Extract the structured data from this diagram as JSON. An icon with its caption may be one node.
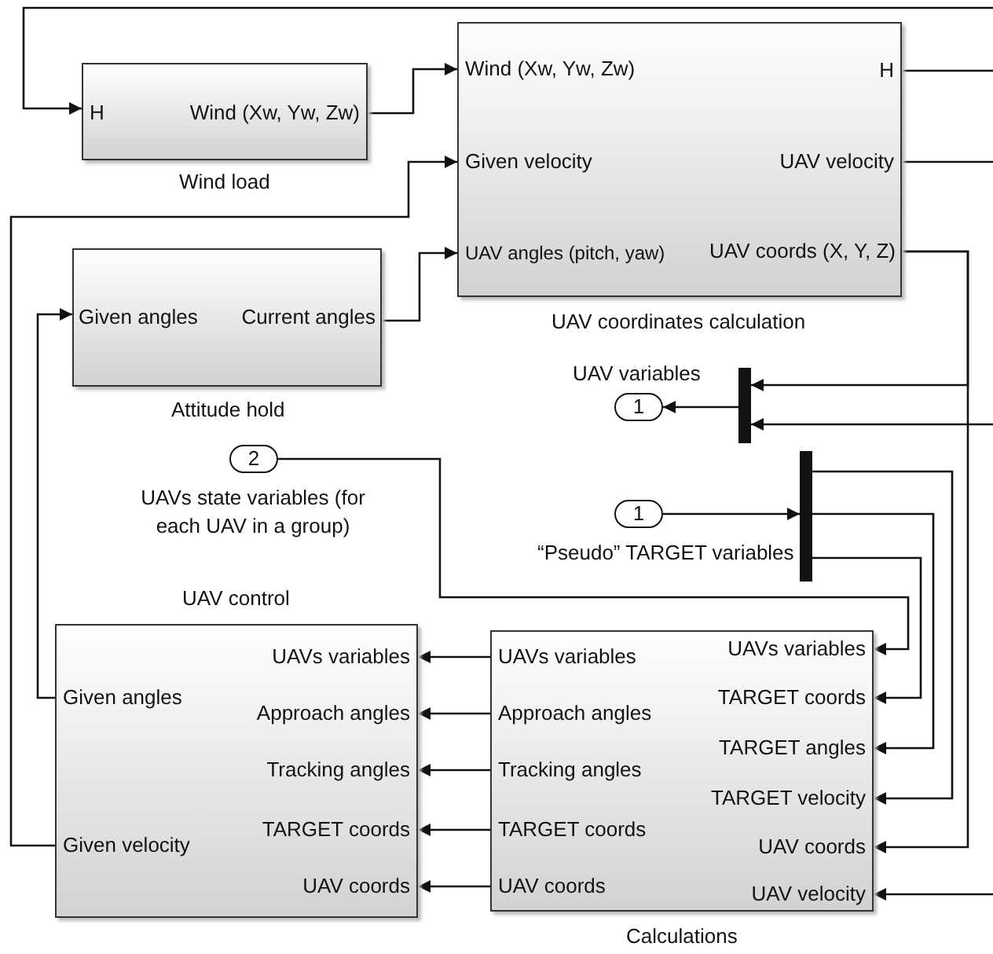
{
  "diagram": {
    "nodes": [
      {
        "text": [
          "H",
          "Wind (Xw, Yw, Zw)"
        ],
        "beside": [
          "Wind load"
        ]
      },
      {
        "text": [
          "Wind (Xw, Yw, Zw)",
          "H",
          "Given velocity",
          "UAV velocity",
          "UAV angles (pitch, yaw)",
          "UAV coords (X, Y, Z)"
        ],
        "beside": [
          "UAV coordinates calculation"
        ]
      },
      {
        "text": [
          "Given angles",
          "Current angles"
        ],
        "beside": [
          "Attitude hold"
        ]
      },
      {
        "text": [],
        "shape": "bar"
      },
      {
        "text": [
          "1"
        ],
        "beside": [
          "UAV variables"
        ]
      },
      {
        "text": [
          "2"
        ],
        "beside": [
          "UAVs state variables (for each UAV in a group)"
        ]
      },
      {
        "text": [
          "1"
        ],
        "beside": [
          "“Pseudo” TARGET variables"
        ]
      },
      {
        "text": [],
        "shape": "bar"
      },
      {
        "text": [
          "UAVs variables",
          "Given angles",
          "Approach angles",
          "Tracking angles",
          "TARGET coords",
          "Given velocity",
          "UAV coords"
        ],
        "beside": [
          "UAV control"
        ]
      },
      {
        "text": [
          "UAVs variables",
          "UAVs variables",
          "TARGET coords",
          "Approach angles",
          "TARGET angles",
          "Tracking angles",
          "TARGET velocity",
          "TARGET coords",
          "UAV coords",
          "UAV coords",
          "UAV velocity"
        ],
        "beside": [
          "Calculations"
        ]
      }
    ],
    "edges": [
      {
        "from": 0,
        "to": 1,
        "arrow": "to"
      },
      {
        "from": 1,
        "to": null,
        "arrow": "none"
      },
      {
        "from": null,
        "to": 0,
        "arrow": "to"
      },
      {
        "from": 1,
        "to": null,
        "arrow": "none"
      },
      {
        "from": 2,
        "to": 1,
        "arrow": "to"
      },
      {
        "from": 8,
        "to": 2,
        "arrow": "to"
      },
      {
        "from": 8,
        "to": 1,
        "arrow": "to"
      },
      {
        "from": 1,
        "to": 3,
        "arrow": "to"
      },
      {
        "from": null,
        "to": 3,
        "arrow": "to"
      },
      {
        "from": 3,
        "to": 4,
        "arrow": "to"
      },
      {
        "from": 1,
        "to": 9,
        "arrow": "to"
      },
      {
        "from": 5,
        "to": 9,
        "arrow": "to"
      },
      {
        "from": 6,
        "to": 7,
        "arrow": "to"
      },
      {
        "from": 7,
        "to": 9,
        "arrow": "to"
      },
      {
        "from": 7,
        "to": 9,
        "arrow": "to"
      },
      {
        "from": 7,
        "to": 9,
        "arrow": "to"
      },
      {
        "from": null,
        "to": 9,
        "arrow": "to"
      },
      {
        "from": 9,
        "to": 8,
        "arrow": "to"
      },
      {
        "from": 9,
        "to": 8,
        "arrow": "to"
      },
      {
        "from": 9,
        "to": 8,
        "arrow": "to"
      },
      {
        "from": 9,
        "to": 8,
        "arrow": "to"
      },
      {
        "from": 9,
        "to": 8,
        "arrow": "to"
      }
    ]
  }
}
